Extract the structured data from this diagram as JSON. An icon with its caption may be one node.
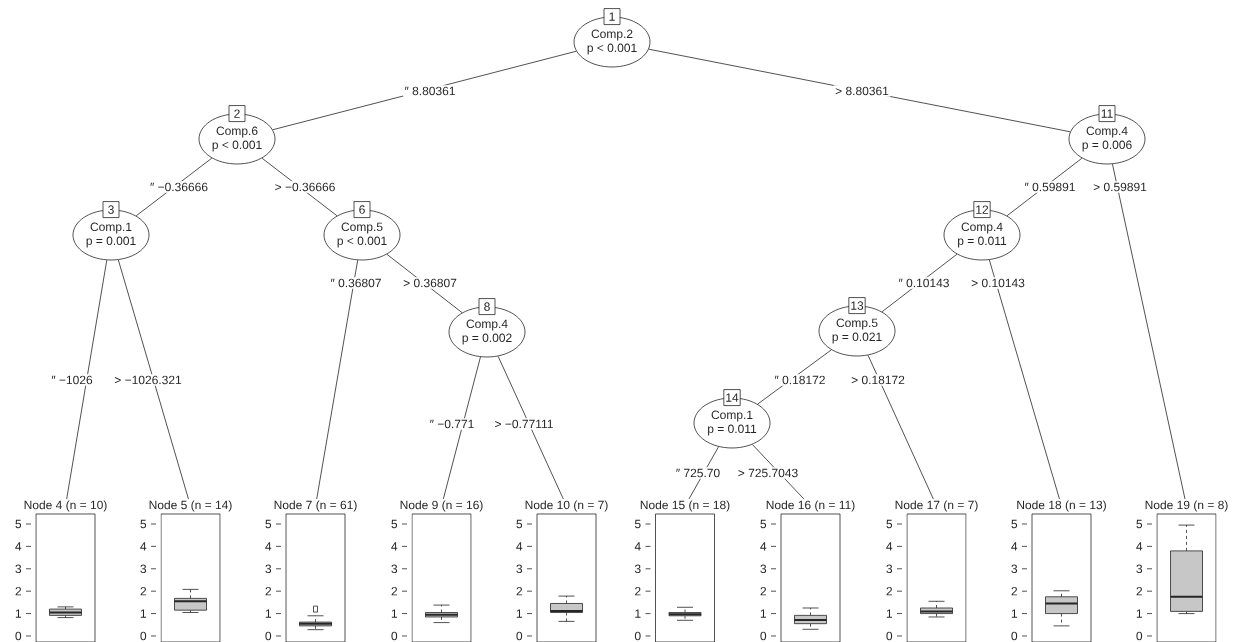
{
  "diagram": {
    "nodes": [
      {
        "text": [
          "1",
          "Comp.2",
          "p < 0.001"
        ]
      },
      {
        "text": [
          "2",
          "Comp.6",
          "p < 0.001"
        ]
      },
      {
        "text": [
          "3",
          "Comp.1",
          "p = 0.001"
        ]
      },
      {
        "text": [
          "Node 4 (n = 10)"
        ],
        "beside": [
          "5",
          "4",
          "3",
          "2",
          "1",
          "0"
        ]
      },
      {
        "text": [
          "Node 5 (n = 14)"
        ],
        "beside": [
          "5",
          "4",
          "3",
          "2",
          "1",
          "0"
        ]
      },
      {
        "text": [
          "6",
          "Comp.5",
          "p < 0.001"
        ]
      },
      {
        "text": [
          "Node 7 (n = 61)"
        ],
        "beside": [
          "5",
          "4",
          "3",
          "2",
          "1",
          "0"
        ]
      },
      {
        "text": [
          "8",
          "Comp.4",
          "p = 0.002"
        ]
      },
      {
        "text": [
          "Node 9 (n = 16)"
        ],
        "beside": [
          "5",
          "4",
          "3",
          "2",
          "1",
          "0"
        ]
      },
      {
        "text": [
          "Node 10 (n = 7)"
        ],
        "beside": [
          "5",
          "4",
          "3",
          "2",
          "1",
          "0"
        ]
      },
      {
        "text": [
          "11",
          "Comp.4",
          "p = 0.006"
        ]
      },
      {
        "text": [
          "12",
          "Comp.4",
          "p = 0.011"
        ]
      },
      {
        "text": [
          "13",
          "Comp.5",
          "p = 0.021"
        ]
      },
      {
        "text": [
          "14",
          "Comp.1",
          "p = 0.011"
        ]
      },
      {
        "text": [
          "Node 15 (n = 18)"
        ],
        "beside": [
          "5",
          "4",
          "3",
          "2",
          "1",
          "0"
        ]
      },
      {
        "text": [
          "Node 16 (n = 11)"
        ],
        "beside": [
          "5",
          "4",
          "3",
          "2",
          "1",
          "0"
        ]
      },
      {
        "text": [
          "Node 17 (n = 7)"
        ],
        "beside": [
          "5",
          "4",
          "3",
          "2",
          "1",
          "0"
        ]
      },
      {
        "text": [
          "Node 18 (n = 13)"
        ],
        "beside": [
          "5",
          "4",
          "3",
          "2",
          "1",
          "0"
        ]
      },
      {
        "text": [
          "Node 19 (n = 8)"
        ],
        "beside": [
          "5",
          "4",
          "3",
          "2",
          "1",
          "0"
        ]
      }
    ],
    "edges": [
      {
        "from": 0,
        "to": 1,
        "arrow": "none",
        "label": "″ 8.80361"
      },
      {
        "from": 0,
        "to": 10,
        "arrow": "none",
        "label": "> 8.80361"
      },
      {
        "from": 1,
        "to": 2,
        "arrow": "none",
        "label": "″ −0.36666"
      },
      {
        "from": 1,
        "to": 5,
        "arrow": "none",
        "label": "> −0.36666"
      },
      {
        "from": 2,
        "to": 3,
        "arrow": "none",
        "label": "″ −1026"
      },
      {
        "from": 2,
        "to": 4,
        "arrow": "none",
        "label": "> −1026.321"
      },
      {
        "from": 5,
        "to": 6,
        "arrow": "none",
        "label": "″ 0.36807"
      },
      {
        "from": 5,
        "to": 7,
        "arrow": "none",
        "label": "> 0.36807"
      },
      {
        "from": 7,
        "to": 8,
        "arrow": "none",
        "label": "″ −0.771"
      },
      {
        "from": 7,
        "to": 9,
        "arrow": "none",
        "label": "> −0.77111"
      },
      {
        "from": 10,
        "to": 11,
        "arrow": "none",
        "label": "″ 0.59891"
      },
      {
        "from": 10,
        "to": 18,
        "arrow": "none",
        "label": "> 0.59891"
      },
      {
        "from": 11,
        "to": 12,
        "arrow": "none",
        "label": "″ 0.10143"
      },
      {
        "from": 11,
        "to": 17,
        "arrow": "none",
        "label": "> 0.10143"
      },
      {
        "from": 12,
        "to": 13,
        "arrow": "none",
        "label": "″ 0.18172"
      },
      {
        "from": 12,
        "to": 16,
        "arrow": "none",
        "label": "> 0.18172"
      },
      {
        "from": 13,
        "to": 14,
        "arrow": "none",
        "label": "″ 725.70"
      },
      {
        "from": 13,
        "to": 15,
        "arrow": "none",
        "label": "> 725.7043"
      }
    ]
  }
}
